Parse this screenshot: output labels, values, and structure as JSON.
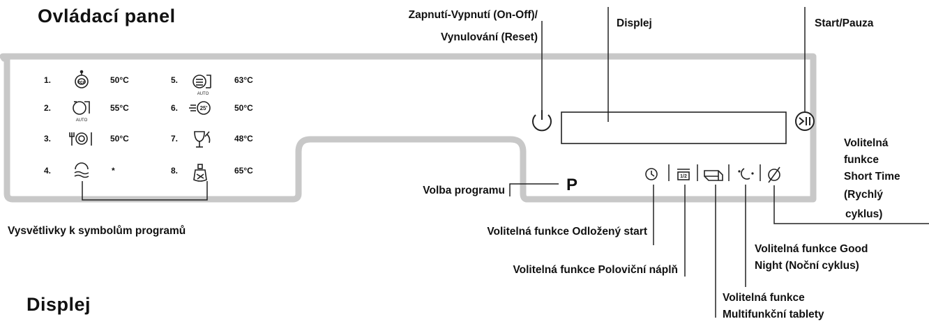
{
  "headings": {
    "control_panel": "Ovládací panel",
    "display": "Displej"
  },
  "labels": {
    "on_off_line1": "Zapnutí-Vypnutí (On-Off)/",
    "on_off_line2": "Vynulování (Reset)",
    "display": "Displej",
    "start_pause": "Start/Pauza",
    "short_time_1": "Volitelná",
    "short_time_2": "funkce",
    "short_time_3": "Short Time",
    "short_time_4": "(Rychlý",
    "short_time_5": "cyklus)",
    "program_select": "Volba programu",
    "legend": "Vysvětlivky k symbolům  programů",
    "delayed_start": "Volitelná funkce  Odložený start",
    "half_load": "Volitelná funkce  Poloviční náplň",
    "good_night_1": "Volitelná funkce  Good",
    "good_night_2": "Night (Noční  cyklus)",
    "multi_tab_1": "Volitelná funkce",
    "multi_tab_2": "Multifunkční tablety"
  },
  "panel": {
    "program_key": "P",
    "eco_icon_text": "eco",
    "auto_text": "AUTO",
    "rapid_text": "25'",
    "half_text": "1/2"
  },
  "programs": [
    {
      "num": "1.",
      "icon": "eco-icon",
      "temp": "50°C"
    },
    {
      "num": "2.",
      "icon": "auto-pot-icon",
      "temp": "55°C"
    },
    {
      "num": "3.",
      "icon": "plate-cutlery-icon",
      "temp": "50°C"
    },
    {
      "num": "4.",
      "icon": "prewash-icon",
      "temp": "*"
    },
    {
      "num": "5.",
      "icon": "auto-intensive-icon",
      "temp": "63°C"
    },
    {
      "num": "6.",
      "icon": "rapid-25-icon",
      "temp": "50°C"
    },
    {
      "num": "7.",
      "icon": "glass-icon",
      "temp": "48°C"
    },
    {
      "num": "8.",
      "icon": "baby-bottle-icon",
      "temp": "65°C"
    }
  ]
}
